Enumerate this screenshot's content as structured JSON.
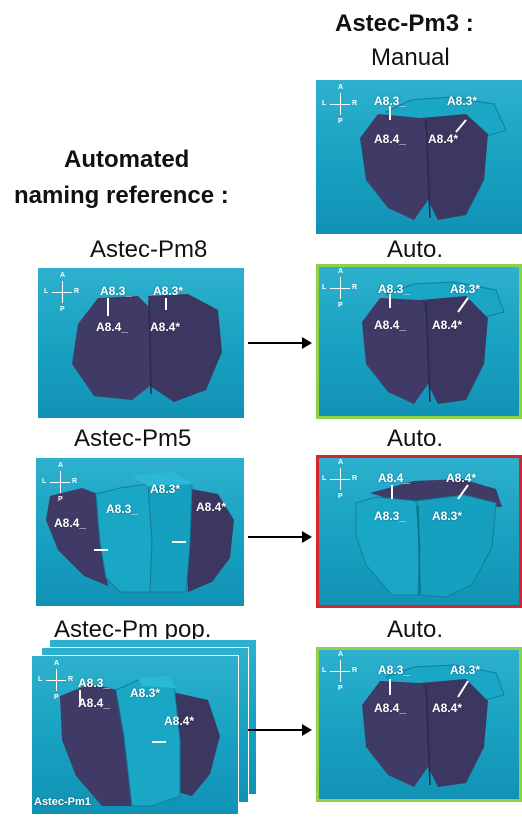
{
  "header": {
    "title_line1": "Astec-Pm3 :",
    "title_line2": "Manual",
    "left_title_line1": "Automated",
    "left_title_line2": "naming reference :"
  },
  "rows": [
    {
      "left_label": "Astec-Pm8",
      "right_label": "Auto."
    },
    {
      "left_label": "Astec-Pm5",
      "right_label": "Auto."
    },
    {
      "left_label": "Astec-Pm pop.",
      "right_label": "Auto."
    }
  ],
  "cell_labels": {
    "a83_left": "A8.3_",
    "a83_right": "A8.3*",
    "a84_left": "A8.4_",
    "a84_right": "A8.4*"
  },
  "compass": {
    "a": "A",
    "p": "P",
    "l": "L",
    "r": "R"
  },
  "stack_caption": "Astec-Pm1",
  "colors": {
    "background": "#18a0c0",
    "cell_dark": "#3f3b66",
    "cell_light": "#1aa7c6",
    "border_correct": "#8fd24a",
    "border_incorrect": "#d6262b"
  }
}
